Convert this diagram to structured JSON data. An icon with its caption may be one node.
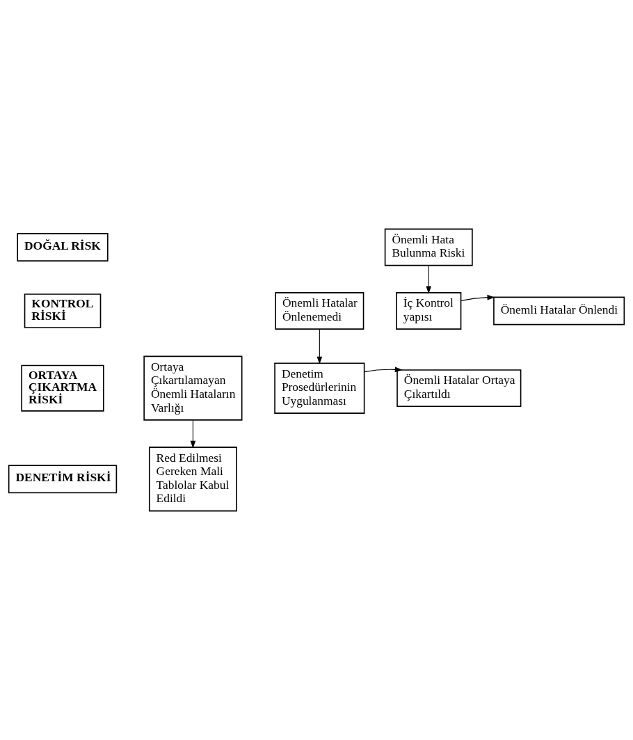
{
  "diagram": {
    "nodes": [
      {
        "text": [
          "DOĞAL RİSK"
        ]
      },
      {
        "text": [
          "Önemli Hata Bulunma Riski"
        ]
      },
      {
        "text": [
          "İç Kontrol yapısı"
        ]
      },
      {
        "text": [
          "Önemli Hatalar Önlendi"
        ]
      },
      {
        "text": [
          "KONTROL RİSKİ"
        ]
      },
      {
        "text": [
          "Önemli Hatalar Önlenemedi"
        ]
      },
      {
        "text": [
          "Denetim Prosedürlerinin Uygulanması"
        ]
      },
      {
        "text": [
          "Önemli Hatalar Ortaya Çıkartıldı"
        ]
      },
      {
        "text": [
          "ORTAYA ÇIKARTMA RİSKİ"
        ]
      },
      {
        "text": [
          "Ortaya Çıkartılamayan Önemli Hataların Varlığı"
        ]
      },
      {
        "text": [
          "DENETİM RİSKİ"
        ]
      },
      {
        "text": [
          "Red Edilmesi Gereken Mali Tablolar Kabul Edildi"
        ]
      }
    ],
    "edges": [
      {
        "from": 1,
        "to": 2,
        "arrow": "to"
      },
      {
        "from": 2,
        "to": 3,
        "arrow": "to"
      },
      {
        "from": 5,
        "to": 6,
        "arrow": "to"
      },
      {
        "from": 6,
        "to": 7,
        "arrow": "to"
      },
      {
        "from": 9,
        "to": 11,
        "arrow": "to"
      }
    ]
  }
}
